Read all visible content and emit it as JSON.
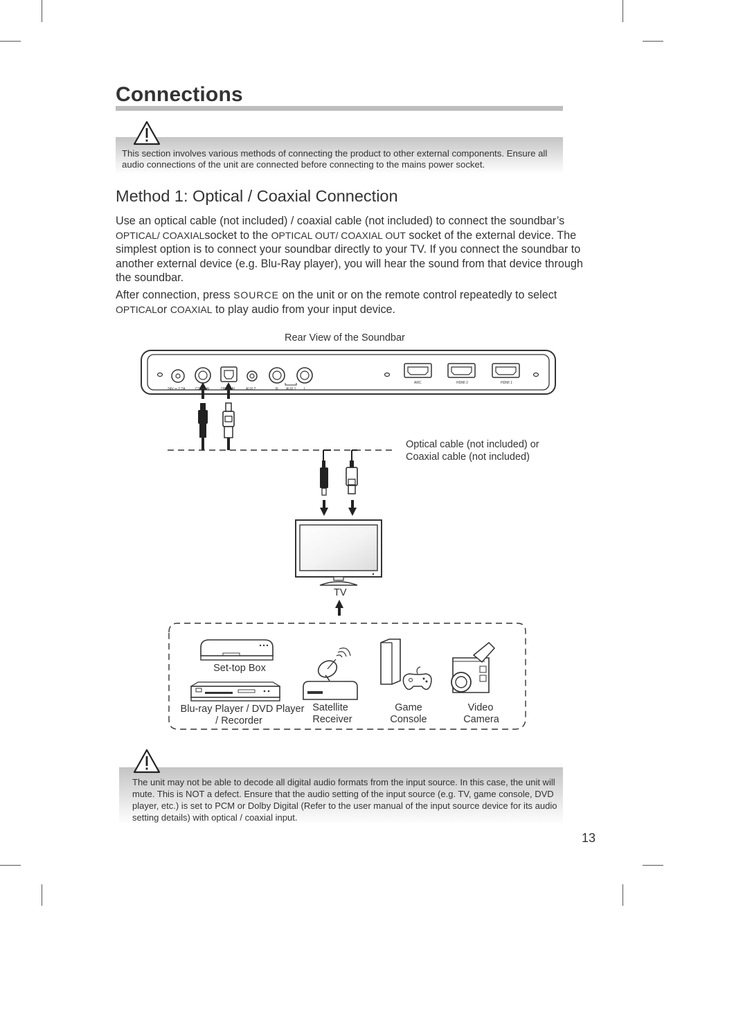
{
  "page": {
    "title": "Connections",
    "page_number": "13"
  },
  "notes": {
    "warning_icon": "warning-triangle-icon",
    "note1": "This section involves various methods of connecting the product to other external components. Ensure all audio connections of the unit are connected before connecting to the mains power socket.",
    "note2_parts": {
      "a": "The unit may not be able to decode all digital audio formats from the input source. In this case, the unit will mute. This is NOT a defect. Ensure that the audio setting of the input source (e.g. TV, game console, DVD player, etc.) is set to ",
      "pcm": "PCM",
      "or": " or ",
      "b": "Dolby Digital (Refer to the user manual of the input source device for its audio setting details) with optical / coaxial input."
    }
  },
  "method1": {
    "heading": "Method 1: Optical / Coaxial Connection",
    "para1": {
      "a": "Use an optical cable (not included) / coaxial cable (not included) to connect the soundbar’s ",
      "socket_names": "OPTICAL/ COAXIAL",
      "b": "socket to the ",
      "out_names": "OPTICAL OUT/ COAXIAL OUT",
      "c": " socket of the external device. The simplest option is to connect your soundbar directly to your TV. If you connect the soundbar to another external device (e.g. Blu-Ray player), you will hear the sound from that device through the soundbar."
    },
    "para2": {
      "a": "After connection, press ",
      "source": "SOURCE",
      "b": " on the unit or on the remote control repeatedly to select ",
      "optical": "OPTICAL",
      "or": "or ",
      "coaxial": "COAXIAL",
      "c": " to play audio from your input device."
    }
  },
  "diagram": {
    "rear_view_label": "Rear View of the Soundbar",
    "port_labels": {
      "power": "24V ═ 2.7A",
      "coaxial": "COAXIAL",
      "optical": "OPTICAL",
      "aux2": "AUX 2",
      "r": "R",
      "aux1": "AUX 1",
      "l": "L",
      "arc": "ARC",
      "hdmi2": "HDMI 2",
      "hdmi1": "HDMI 1"
    },
    "cable_note_line1": "Optical cable (not included)  or",
    "cable_note_line2": "Coaxial cable (not included)",
    "tv_label": "TV",
    "devices": {
      "set_top_box": "Set-top Box",
      "bluray_line1": "Blu-ray Player / DVD Player",
      "bluray_line2": "/ Recorder",
      "satellite_line1": "Satellite",
      "satellite_line2": "Receiver",
      "game_line1": "Game",
      "game_line2": "Console",
      "video_line1": "Video",
      "video_line2": "Camera"
    }
  }
}
